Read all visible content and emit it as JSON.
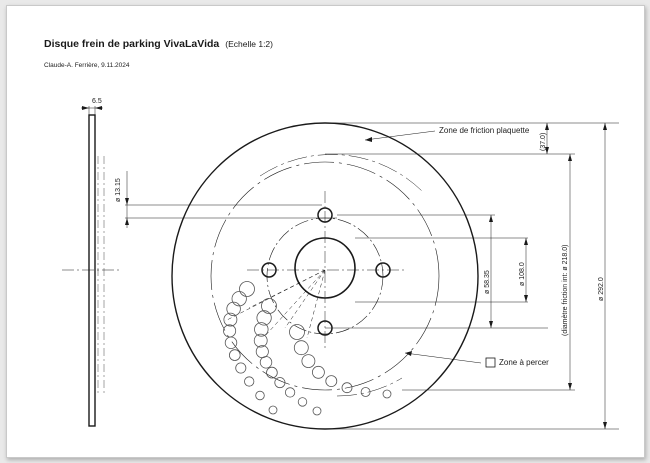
{
  "title": "Disque frein de parking VivaLaVida",
  "scale": "(Echelle 1:2)",
  "author_date": "Claude-A. Ferrière, 9.11.2024",
  "dimensions": {
    "thickness": "6.5",
    "hole_diameter": "ø 13.15",
    "pcd": "ø 58.35",
    "center_bore": "ø 108.0",
    "friction_inner": "(diamètre friction int: ø 218.0)",
    "outer_diameter": "ø 292.0",
    "friction_width": "(37.0)"
  },
  "annotations": {
    "friction_zone": "Zone de friction plaquette",
    "drill_zone": "Zone à percer"
  },
  "colors": {
    "line": "#1a1a1a",
    "drill_holes": "#555555"
  }
}
